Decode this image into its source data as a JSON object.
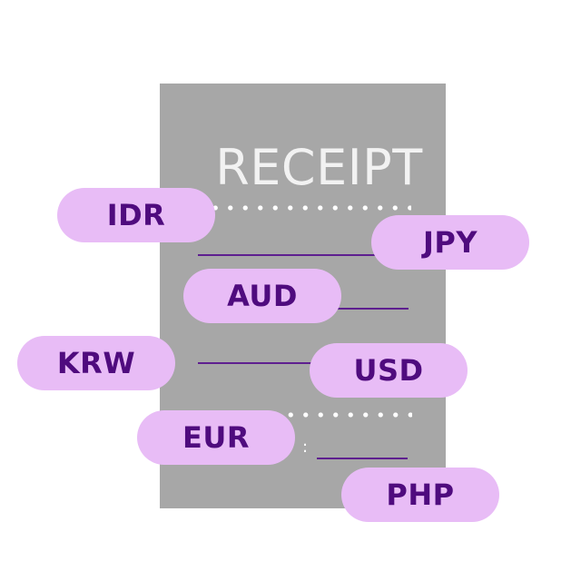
{
  "receipt": {
    "title": "RECEIPT",
    "colon": ":"
  },
  "colors": {
    "receipt_paper": "#a7a7a7",
    "receipt_text": "#f2f2f2",
    "pill_fill": "#e8bcf6",
    "pill_text": "#4f0b7e",
    "rule_line": "#5e1f8f"
  },
  "currencies": [
    "IDR",
    "JPY",
    "AUD",
    "KRW",
    "USD",
    "EUR",
    "PHP"
  ]
}
